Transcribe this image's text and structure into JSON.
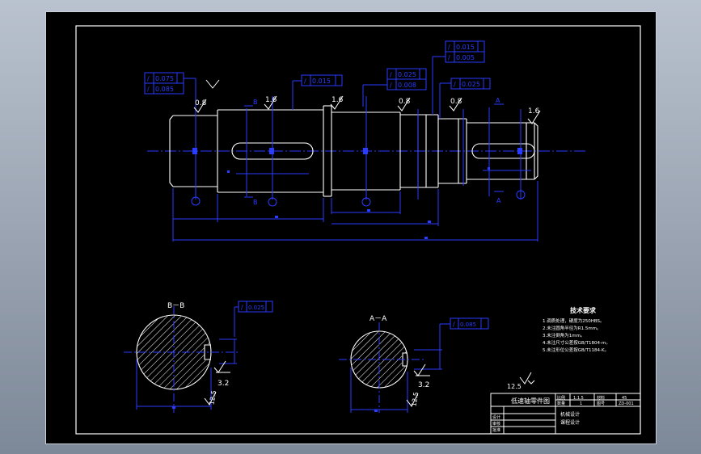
{
  "tolerances": {
    "top_left_1": "0.075",
    "top_left_2": "0.085",
    "mid_top": "0.015",
    "mid_right_1": "0.025",
    "mid_right_2": "0.008",
    "right_top_1": "0.015",
    "right_top_2": "0.005",
    "right_mid": "0.025",
    "section_bb": "0.025",
    "section_aa": "0.085"
  },
  "roughness": {
    "r1": "0.8",
    "r2": "1.6",
    "r3": "1.6",
    "r4": "0.8",
    "r5": "0.8",
    "r6": "1.6",
    "r7": "3.2",
    "r8": "3.2",
    "r9": "12.5",
    "r10": "12.5",
    "title_rough": "12.5"
  },
  "section_labels": {
    "b_top": "B",
    "b_bottom": "B",
    "a_top": "A",
    "a_bottom": "A",
    "bb_title": "B－B",
    "aa_title": "A－A"
  },
  "notes": {
    "title": "技术要求",
    "lines": [
      "1.调质处理，硬度为250HBS。",
      "2.未注圆角半径为R1.5mm。",
      "3.未注倒角为1mm。",
      "4.未注尺寸公差按GB/T1804-m。",
      "5.未注形位公差按GB/T1184-K。"
    ]
  },
  "title_block": {
    "drawing_name": "低速轴零件图",
    "scale_label": "比例",
    "scale": "1:1.5",
    "material_label": "材料",
    "material": "45",
    "qty_label": "数量",
    "qty": "1",
    "drawing_no_label": "图号",
    "drawing_no": "ZD-001",
    "designer_label": "设计",
    "checker_label": "审核",
    "approve_label": "批准",
    "school_1": "机械设计",
    "school_2": "课程设计"
  }
}
